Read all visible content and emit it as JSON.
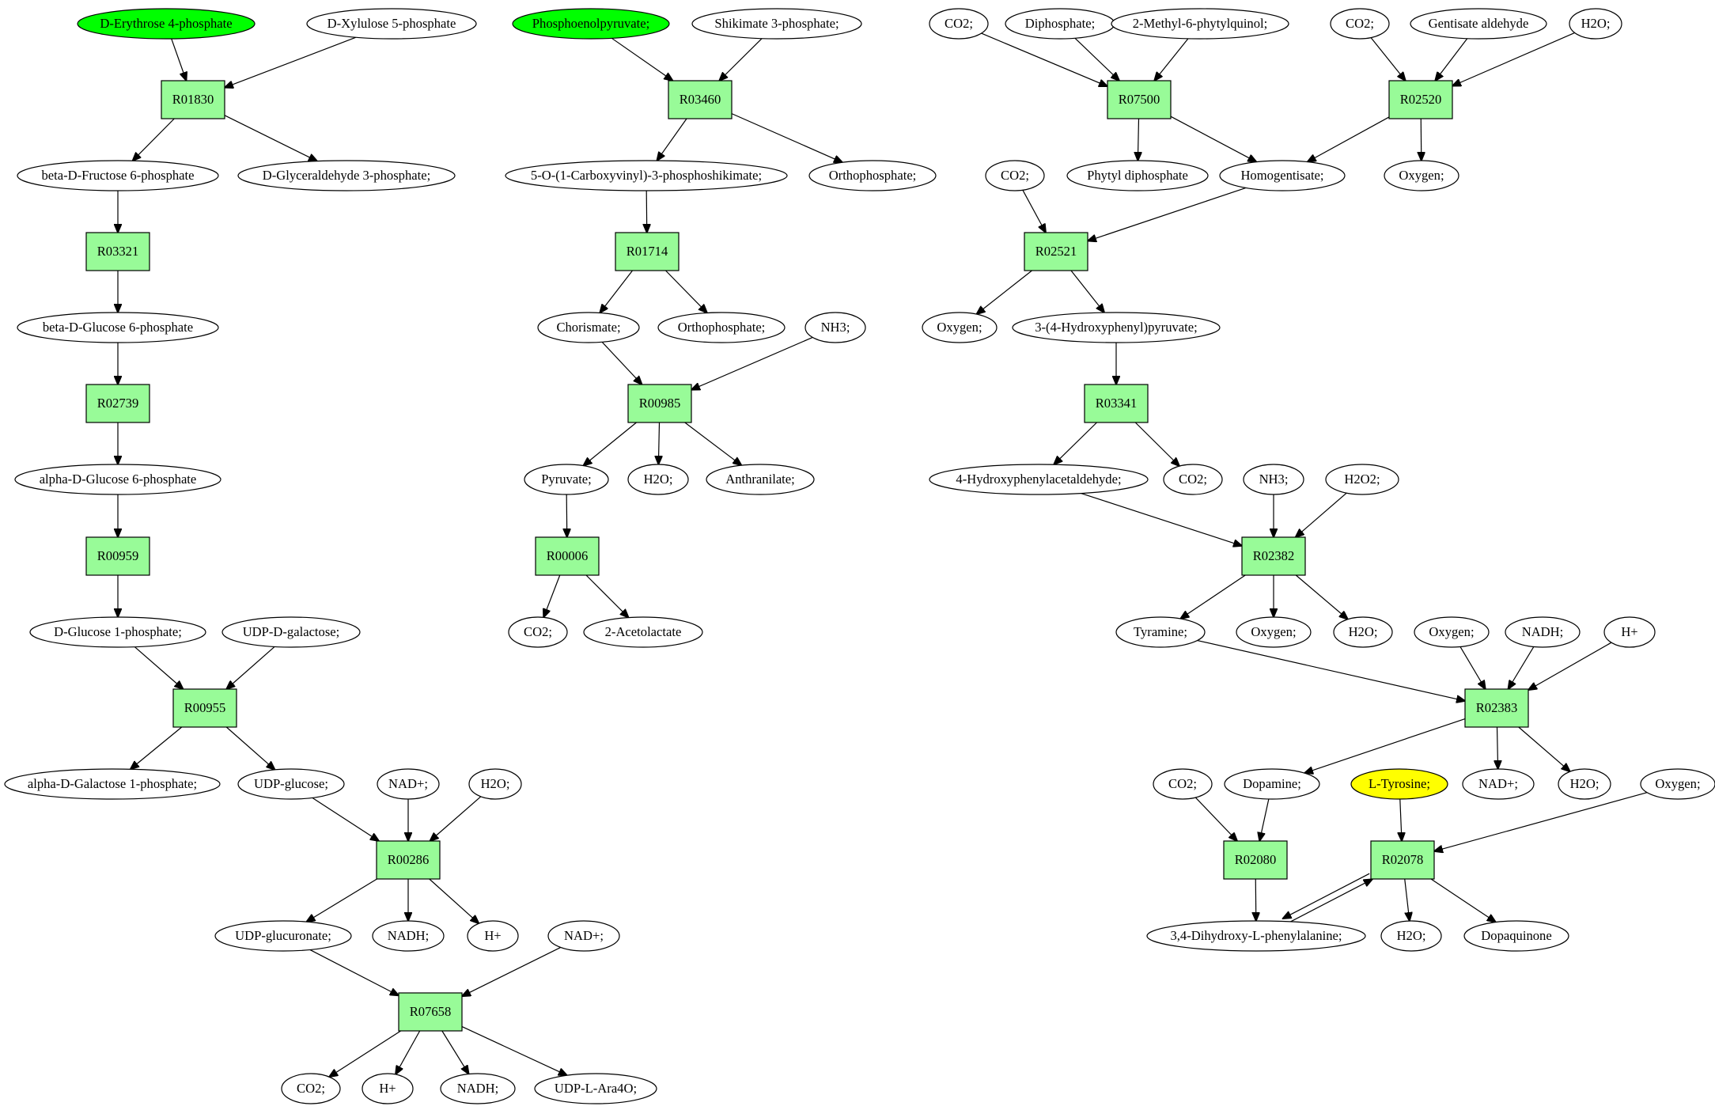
{
  "colors": {
    "reaction": "#98fb98",
    "source": "#00ff00",
    "target": "#ffff00",
    "compound": "#ffffff"
  },
  "nodes": [
    {
      "id": "c_e4p",
      "label": "D-Erythrose 4-phosphate",
      "kind": "compound",
      "style": "source"
    },
    {
      "id": "c_xu5p",
      "label": "D-Xylulose 5-phosphate",
      "kind": "compound"
    },
    {
      "id": "r_R01830",
      "label": "R01830",
      "kind": "reaction"
    },
    {
      "id": "c_f6p",
      "label": "beta-D-Fructose 6-phosphate",
      "kind": "compound"
    },
    {
      "id": "c_g3p",
      "label": "D-Glyceraldehyde 3-phosphate;",
      "kind": "compound"
    },
    {
      "id": "r_R03321",
      "label": "R03321",
      "kind": "reaction"
    },
    {
      "id": "c_bg6p",
      "label": "beta-D-Glucose 6-phosphate",
      "kind": "compound"
    },
    {
      "id": "r_R02739",
      "label": "R02739",
      "kind": "reaction"
    },
    {
      "id": "c_ag6p",
      "label": "alpha-D-Glucose 6-phosphate",
      "kind": "compound"
    },
    {
      "id": "r_R00959",
      "label": "R00959",
      "kind": "reaction"
    },
    {
      "id": "c_g1p",
      "label": "D-Glucose 1-phosphate;",
      "kind": "compound"
    },
    {
      "id": "c_udpgal",
      "label": "UDP-D-galactose;",
      "kind": "compound"
    },
    {
      "id": "r_R00955",
      "label": "R00955",
      "kind": "reaction"
    },
    {
      "id": "c_gal1p",
      "label": "alpha-D-Galactose 1-phosphate;",
      "kind": "compound"
    },
    {
      "id": "c_udpglc",
      "label": "UDP-glucose;",
      "kind": "compound"
    },
    {
      "id": "c_nadp1",
      "label": "NAD+;",
      "kind": "compound"
    },
    {
      "id": "c_h2o1",
      "label": "H2O;",
      "kind": "compound"
    },
    {
      "id": "r_R00286",
      "label": "R00286",
      "kind": "reaction"
    },
    {
      "id": "c_udpglcu",
      "label": "UDP-glucuronate;",
      "kind": "compound"
    },
    {
      "id": "c_nadh1",
      "label": "NADH;",
      "kind": "compound"
    },
    {
      "id": "c_hp1",
      "label": "H+",
      "kind": "compound"
    },
    {
      "id": "c_nadp2",
      "label": "NAD+;",
      "kind": "compound"
    },
    {
      "id": "r_R07658",
      "label": "R07658",
      "kind": "reaction"
    },
    {
      "id": "c_co2_1",
      "label": "CO2;",
      "kind": "compound"
    },
    {
      "id": "c_hp2",
      "label": "H+",
      "kind": "compound"
    },
    {
      "id": "c_nadh2",
      "label": "NADH;",
      "kind": "compound"
    },
    {
      "id": "c_udpara",
      "label": "UDP-L-Ara4O;",
      "kind": "compound"
    },
    {
      "id": "c_pep",
      "label": "Phosphoenolpyruvate;",
      "kind": "compound",
      "style": "source"
    },
    {
      "id": "c_s3p",
      "label": "Shikimate 3-phosphate;",
      "kind": "compound"
    },
    {
      "id": "r_R03460",
      "label": "R03460",
      "kind": "reaction"
    },
    {
      "id": "c_epsp",
      "label": "5-O-(1-Carboxyvinyl)-3-phosphoshikimate;",
      "kind": "compound"
    },
    {
      "id": "c_pi1",
      "label": "Orthophosphate;",
      "kind": "compound"
    },
    {
      "id": "r_R01714",
      "label": "R01714",
      "kind": "reaction"
    },
    {
      "id": "c_chor",
      "label": "Chorismate;",
      "kind": "compound"
    },
    {
      "id": "c_pi2",
      "label": "Orthophosphate;",
      "kind": "compound"
    },
    {
      "id": "c_nh3_1",
      "label": "NH3;",
      "kind": "compound"
    },
    {
      "id": "r_R00985",
      "label": "R00985",
      "kind": "reaction"
    },
    {
      "id": "c_pyr",
      "label": "Pyruvate;",
      "kind": "compound"
    },
    {
      "id": "c_h2o2",
      "label": "H2O;",
      "kind": "compound"
    },
    {
      "id": "c_anth",
      "label": "Anthranilate;",
      "kind": "compound"
    },
    {
      "id": "r_R00006",
      "label": "R00006",
      "kind": "reaction"
    },
    {
      "id": "c_co2_2",
      "label": "CO2;",
      "kind": "compound"
    },
    {
      "id": "c_acl",
      "label": "2-Acetolactate",
      "kind": "compound"
    },
    {
      "id": "c_co2_3",
      "label": "CO2;",
      "kind": "compound"
    },
    {
      "id": "c_ppi",
      "label": "Diphosphate;",
      "kind": "compound"
    },
    {
      "id": "c_mpq",
      "label": "2-Methyl-6-phytylquinol;",
      "kind": "compound"
    },
    {
      "id": "r_R07500",
      "label": "R07500",
      "kind": "reaction"
    },
    {
      "id": "c_co2_4",
      "label": "CO2;",
      "kind": "compound"
    },
    {
      "id": "c_gald",
      "label": "Gentisate aldehyde",
      "kind": "compound"
    },
    {
      "id": "c_h2o3",
      "label": "H2O;",
      "kind": "compound"
    },
    {
      "id": "r_R02520",
      "label": "R02520",
      "kind": "reaction"
    },
    {
      "id": "c_phpp",
      "label": "Phytyl diphosphate",
      "kind": "compound"
    },
    {
      "id": "c_hga",
      "label": "Homogentisate;",
      "kind": "compound"
    },
    {
      "id": "c_o2_1",
      "label": "Oxygen;",
      "kind": "compound"
    },
    {
      "id": "c_co2_5",
      "label": "CO2;",
      "kind": "compound"
    },
    {
      "id": "r_R02521",
      "label": "R02521",
      "kind": "reaction"
    },
    {
      "id": "c_o2_2",
      "label": "Oxygen;",
      "kind": "compound"
    },
    {
      "id": "c_hpp",
      "label": "3-(4-Hydroxyphenyl)pyruvate;",
      "kind": "compound"
    },
    {
      "id": "r_R03341",
      "label": "R03341",
      "kind": "reaction"
    },
    {
      "id": "c_hpaa",
      "label": "4-Hydroxyphenylacetaldehyde;",
      "kind": "compound"
    },
    {
      "id": "c_co2_6",
      "label": "CO2;",
      "kind": "compound"
    },
    {
      "id": "c_nh3_2",
      "label": "NH3;",
      "kind": "compound"
    },
    {
      "id": "c_h2o2p",
      "label": "H2O2;",
      "kind": "compound"
    },
    {
      "id": "r_R02382",
      "label": "R02382",
      "kind": "reaction"
    },
    {
      "id": "c_tyra",
      "label": "Tyramine;",
      "kind": "compound"
    },
    {
      "id": "c_o2_3",
      "label": "Oxygen;",
      "kind": "compound"
    },
    {
      "id": "c_h2o4",
      "label": "H2O;",
      "kind": "compound"
    },
    {
      "id": "c_o2_4",
      "label": "Oxygen;",
      "kind": "compound"
    },
    {
      "id": "c_nadh3",
      "label": "NADH;",
      "kind": "compound"
    },
    {
      "id": "c_hp3",
      "label": "H+",
      "kind": "compound"
    },
    {
      "id": "r_R02383",
      "label": "R02383",
      "kind": "reaction"
    },
    {
      "id": "c_co2_7",
      "label": "CO2;",
      "kind": "compound"
    },
    {
      "id": "c_dopa",
      "label": "Dopamine;",
      "kind": "compound"
    },
    {
      "id": "c_tyr",
      "label": "L-Tyrosine;",
      "kind": "compound",
      "style": "target"
    },
    {
      "id": "c_nadp3",
      "label": "NAD+;",
      "kind": "compound"
    },
    {
      "id": "c_h2o5",
      "label": "H2O;",
      "kind": "compound"
    },
    {
      "id": "c_o2_5",
      "label": "Oxygen;",
      "kind": "compound"
    },
    {
      "id": "r_R02080",
      "label": "R02080",
      "kind": "reaction"
    },
    {
      "id": "r_R02078",
      "label": "R02078",
      "kind": "reaction"
    },
    {
      "id": "c_ldopa",
      "label": "3,4-Dihydroxy-L-phenylalanine;",
      "kind": "compound"
    },
    {
      "id": "c_h2o6",
      "label": "H2O;",
      "kind": "compound"
    },
    {
      "id": "c_dq",
      "label": "Dopaquinone",
      "kind": "compound"
    }
  ],
  "edges": [
    [
      "c_e4p",
      "r_R01830"
    ],
    [
      "c_xu5p",
      "r_R01830"
    ],
    [
      "r_R01830",
      "c_f6p"
    ],
    [
      "r_R01830",
      "c_g3p"
    ],
    [
      "c_f6p",
      "r_R03321"
    ],
    [
      "r_R03321",
      "c_bg6p"
    ],
    [
      "c_bg6p",
      "r_R02739"
    ],
    [
      "r_R02739",
      "c_ag6p"
    ],
    [
      "c_ag6p",
      "r_R00959"
    ],
    [
      "r_R00959",
      "c_g1p"
    ],
    [
      "c_g1p",
      "r_R00955"
    ],
    [
      "c_udpgal",
      "r_R00955"
    ],
    [
      "r_R00955",
      "c_gal1p"
    ],
    [
      "r_R00955",
      "c_udpglc"
    ],
    [
      "c_udpglc",
      "r_R00286"
    ],
    [
      "c_nadp1",
      "r_R00286"
    ],
    [
      "c_h2o1",
      "r_R00286"
    ],
    [
      "r_R00286",
      "c_udpglcu"
    ],
    [
      "r_R00286",
      "c_nadh1"
    ],
    [
      "r_R00286",
      "c_hp1"
    ],
    [
      "c_udpglcu",
      "r_R07658"
    ],
    [
      "c_nadp2",
      "r_R07658"
    ],
    [
      "r_R07658",
      "c_co2_1"
    ],
    [
      "r_R07658",
      "c_hp2"
    ],
    [
      "r_R07658",
      "c_nadh2"
    ],
    [
      "r_R07658",
      "c_udpara"
    ],
    [
      "c_pep",
      "r_R03460"
    ],
    [
      "c_s3p",
      "r_R03460"
    ],
    [
      "r_R03460",
      "c_epsp"
    ],
    [
      "r_R03460",
      "c_pi1"
    ],
    [
      "c_epsp",
      "r_R01714"
    ],
    [
      "r_R01714",
      "c_chor"
    ],
    [
      "r_R01714",
      "c_pi2"
    ],
    [
      "c_chor",
      "r_R00985"
    ],
    [
      "c_nh3_1",
      "r_R00985"
    ],
    [
      "r_R00985",
      "c_pyr"
    ],
    [
      "r_R00985",
      "c_h2o2"
    ],
    [
      "r_R00985",
      "c_anth"
    ],
    [
      "c_pyr",
      "r_R00006"
    ],
    [
      "r_R00006",
      "c_co2_2"
    ],
    [
      "r_R00006",
      "c_acl"
    ],
    [
      "c_co2_3",
      "r_R07500"
    ],
    [
      "c_ppi",
      "r_R07500"
    ],
    [
      "c_mpq",
      "r_R07500"
    ],
    [
      "r_R07500",
      "c_phpp"
    ],
    [
      "r_R07500",
      "c_hga"
    ],
    [
      "c_co2_4",
      "r_R02520"
    ],
    [
      "c_gald",
      "r_R02520"
    ],
    [
      "c_h2o3",
      "r_R02520"
    ],
    [
      "r_R02520",
      "c_hga"
    ],
    [
      "r_R02520",
      "c_o2_1"
    ],
    [
      "c_co2_5",
      "r_R02521"
    ],
    [
      "c_hga",
      "r_R02521"
    ],
    [
      "r_R02521",
      "c_o2_2"
    ],
    [
      "r_R02521",
      "c_hpp"
    ],
    [
      "c_hpp",
      "r_R03341"
    ],
    [
      "r_R03341",
      "c_hpaa"
    ],
    [
      "r_R03341",
      "c_co2_6"
    ],
    [
      "c_hpaa",
      "r_R02382"
    ],
    [
      "c_nh3_2",
      "r_R02382"
    ],
    [
      "c_h2o2p",
      "r_R02382"
    ],
    [
      "r_R02382",
      "c_tyra"
    ],
    [
      "r_R02382",
      "c_o2_3"
    ],
    [
      "r_R02382",
      "c_h2o4"
    ],
    [
      "c_tyra",
      "r_R02383"
    ],
    [
      "c_o2_4",
      "r_R02383"
    ],
    [
      "c_nadh3",
      "r_R02383"
    ],
    [
      "c_hp3",
      "r_R02383"
    ],
    [
      "r_R02383",
      "c_dopa"
    ],
    [
      "r_R02383",
      "c_nadp3"
    ],
    [
      "r_R02383",
      "c_h2o5"
    ],
    [
      "c_co2_7",
      "r_R02080"
    ],
    [
      "c_dopa",
      "r_R02080"
    ],
    [
      "r_R02080",
      "c_ldopa"
    ],
    [
      "c_tyr",
      "r_R02078"
    ],
    [
      "c_o2_5",
      "r_R02078"
    ],
    [
      "c_ldopa",
      "r_R02078"
    ],
    [
      "r_R02078",
      "c_ldopa"
    ],
    [
      "r_R02078",
      "c_h2o6"
    ],
    [
      "r_R02078",
      "c_dq"
    ]
  ]
}
